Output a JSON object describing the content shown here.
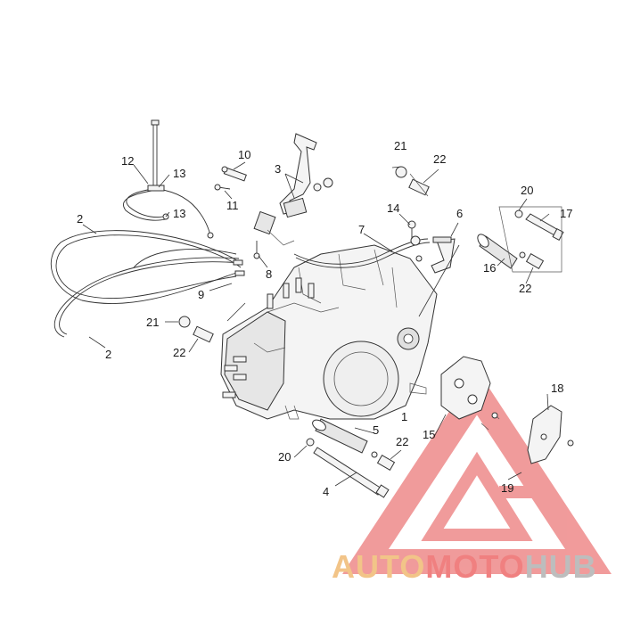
{
  "diagram": {
    "labels": {
      "p1": "1",
      "p2a": "2",
      "p2b": "2",
      "p3": "3",
      "p4": "4",
      "p5": "5",
      "p6": "6",
      "p7": "7",
      "p8": "8",
      "p9": "9",
      "p10": "10",
      "p11": "11",
      "p12": "12",
      "p13a": "13",
      "p13b": "13",
      "p14": "14",
      "p15": "15",
      "p16": "16",
      "p17": "17",
      "p18": "18",
      "p19": "19",
      "p20a": "20",
      "p20b": "20",
      "p21a": "21",
      "p21b": "21",
      "p22a": "22",
      "p22b": "22",
      "p22c": "22",
      "p22d": "22"
    }
  },
  "watermark": {
    "auto": "AUTO",
    "moto": "MOTO",
    "hub": "HUB",
    "colors": {
      "auto": "#f2c488",
      "moto": "#f08080",
      "hub": "#bdbdbd",
      "logo": "#ee8a8a"
    }
  }
}
